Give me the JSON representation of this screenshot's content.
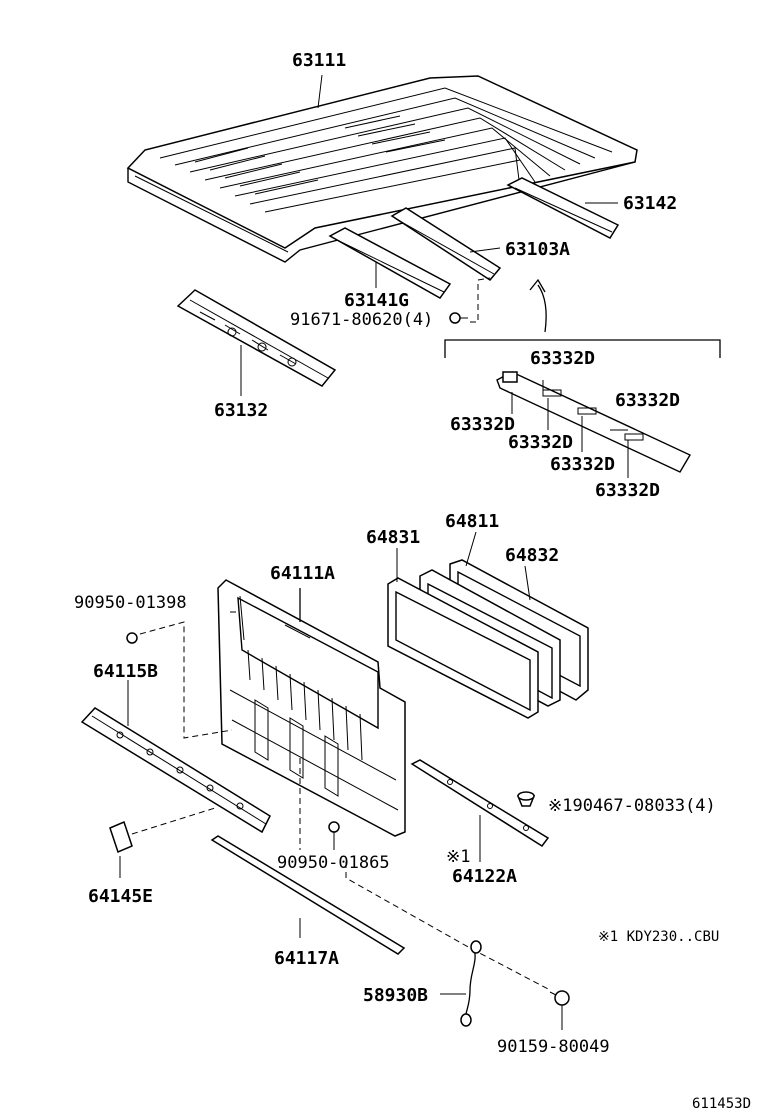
{
  "labels": {
    "p63111": "63111",
    "p63142": "63142",
    "p63103A": "63103A",
    "p63141G": "63141G",
    "p91671": "91671-80620(4)",
    "p63132": "63132",
    "p63332D_a": "63332D",
    "p63332D_b": "63332D",
    "p63332D_c": "63332D",
    "p63332D_d": "63332D",
    "p63332D_e": "63332D",
    "p63332D_f": "63332D",
    "p64831": "64831",
    "p64811": "64811",
    "p64832": "64832",
    "p64111A": "64111A",
    "p90950_01398": "90950-01398",
    "p64115B": "64115B",
    "p190467": "※190467-08033(4)",
    "pMark1": "※1",
    "p64122A": "64122A",
    "p90950_01865": "90950-01865",
    "p64145E": "64145E",
    "p64117A": "64117A",
    "pNote": "※1 KDY230..CBU",
    "p58930B": "58930B",
    "p90159": "90159-80049",
    "pFooter": "611453D"
  }
}
